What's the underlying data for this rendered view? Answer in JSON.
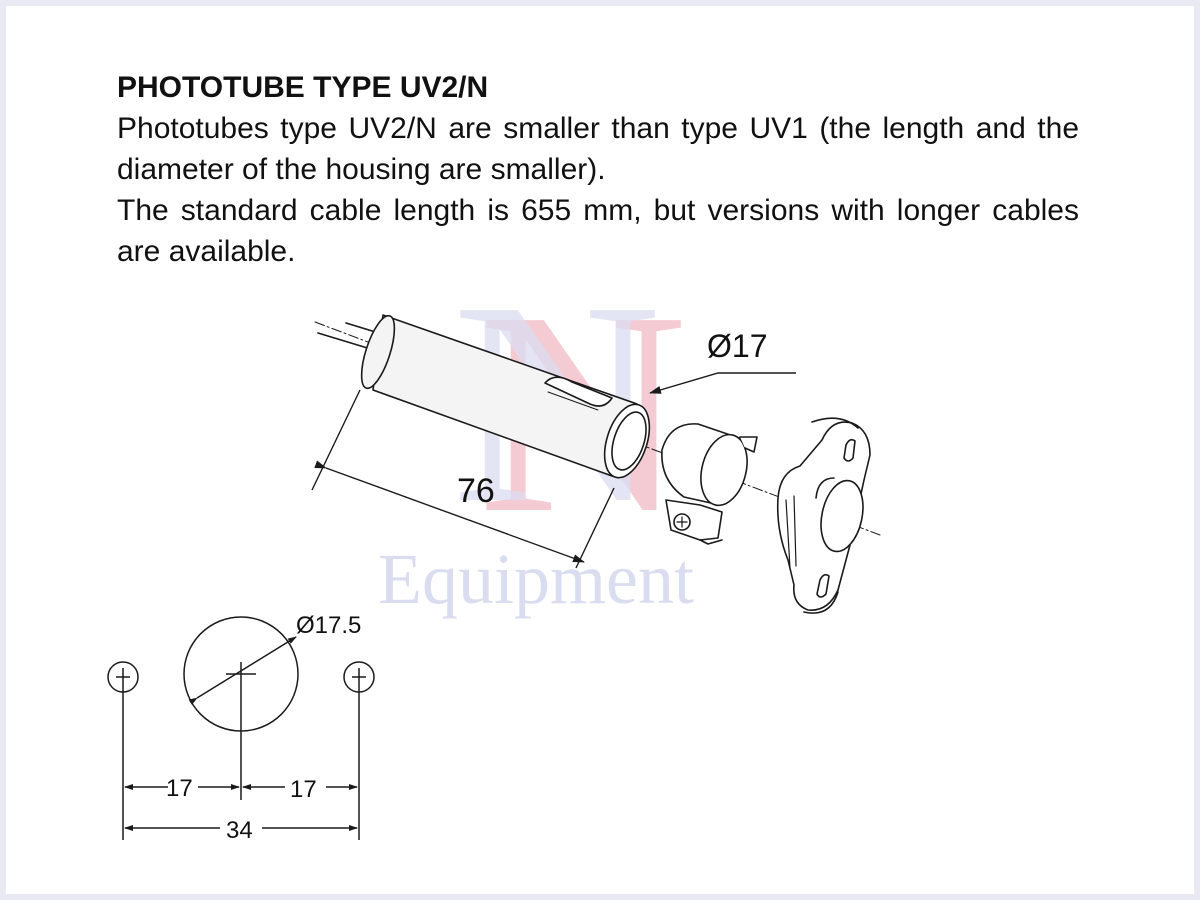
{
  "document": {
    "title": "PHOTOTUBE TYPE UV2/N",
    "paragraph_1": "Phototubes type UV2/N are smaller than type UV1 (the length and the diameter of the housing are smaller).",
    "paragraph_2": "The standard cable length is 655 mm, but versions with longer cables are available."
  },
  "watermark": {
    "letter": "N",
    "word": "Equipment",
    "colors": {
      "red": "#f3c6cf",
      "blue": "#d7daef"
    }
  },
  "isometric_drawing": {
    "diameter_label": "Ø17",
    "length_label": "76",
    "parts": [
      "tube-housing",
      "clamp-ring",
      "mounting-flange",
      "clamp-screw"
    ]
  },
  "mounting_drawing": {
    "hole_diameter_label": "Ø17.5",
    "left_spacing_label": "17",
    "right_spacing_label": "17",
    "total_spacing_label": "34"
  },
  "colors": {
    "line": "#1a1a1a",
    "tube_fill": "#f4f4f4",
    "text": "#111111"
  }
}
